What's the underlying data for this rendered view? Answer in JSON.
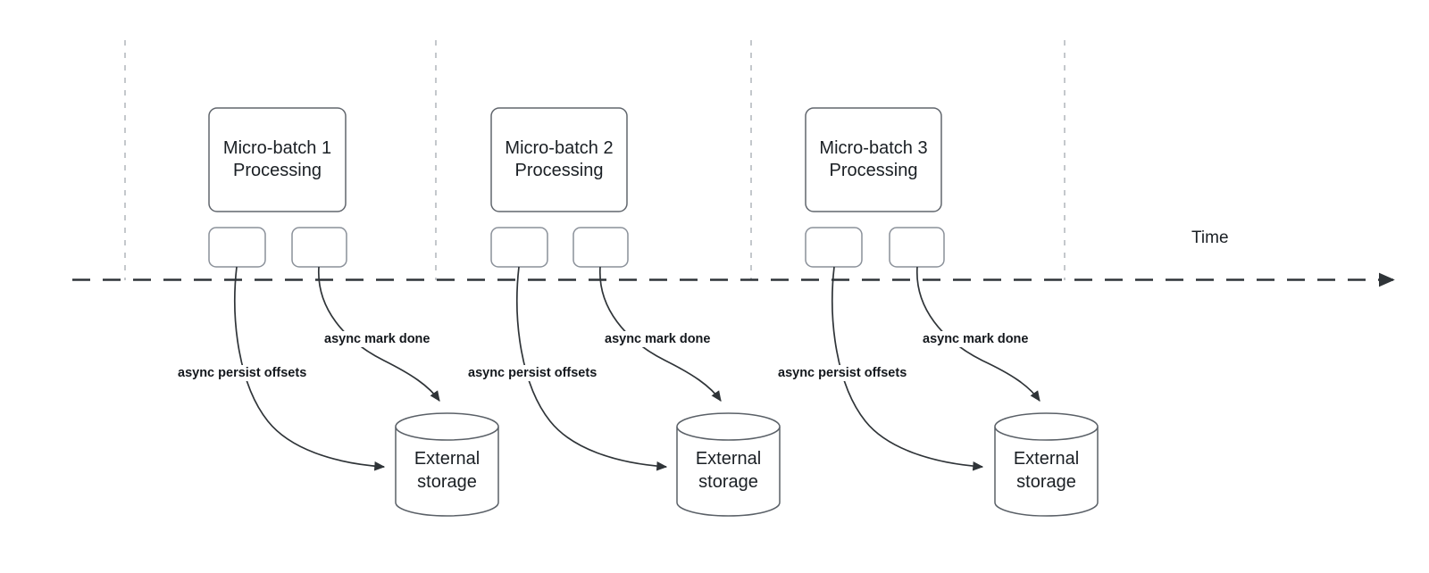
{
  "diagram": {
    "title_axis": "Time",
    "groups": [
      {
        "id": "group-1",
        "batch_line1": "Micro-batch 1",
        "batch_line2": "Processing",
        "storage_line1": "External",
        "storage_line2": "storage",
        "edge_persist": "async persist offsets",
        "edge_mark": "async mark done"
      },
      {
        "id": "group-2",
        "batch_line1": "Micro-batch 2",
        "batch_line2": "Processing",
        "storage_line1": "External",
        "storage_line2": "storage",
        "edge_persist": "async persist offsets",
        "edge_mark": "async mark done"
      },
      {
        "id": "group-3",
        "batch_line1": "Micro-batch 3",
        "batch_line2": "Processing",
        "storage_line1": "External",
        "storage_line2": "storage",
        "edge_persist": "async persist offsets",
        "edge_mark": "async mark done"
      }
    ],
    "colors": {
      "stroke": "#2f3438",
      "light_stroke": "#8a9099",
      "tick_stroke": "#b6bac0",
      "text": "#1a1f24",
      "background": "#ffffff"
    }
  }
}
